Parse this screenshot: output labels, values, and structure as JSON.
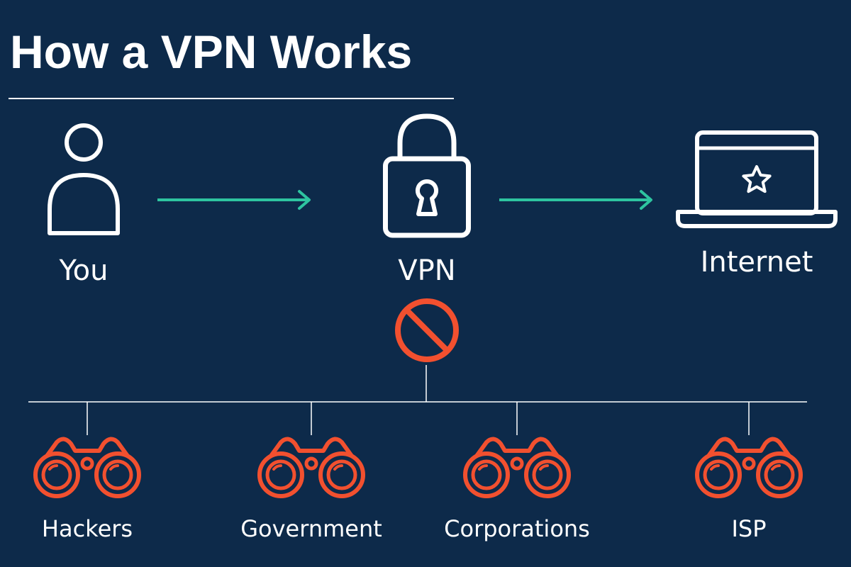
{
  "title": "How a VPN Works",
  "flow": {
    "you_label": "You",
    "vpn_label": "VPN",
    "internet_label": "Internet"
  },
  "blocked": {
    "icon": "prohibited-icon",
    "observers": [
      {
        "label": "Hackers",
        "icon": "binoculars-icon"
      },
      {
        "label": "Government",
        "icon": "binoculars-icon"
      },
      {
        "label": "Corporations",
        "icon": "binoculars-icon"
      },
      {
        "label": "ISP",
        "icon": "binoculars-icon"
      }
    ]
  },
  "colors": {
    "background": "#0d2a4a",
    "foreground": "#ffffff",
    "arrow": "#2ec4a0",
    "block": "#f2502f"
  }
}
